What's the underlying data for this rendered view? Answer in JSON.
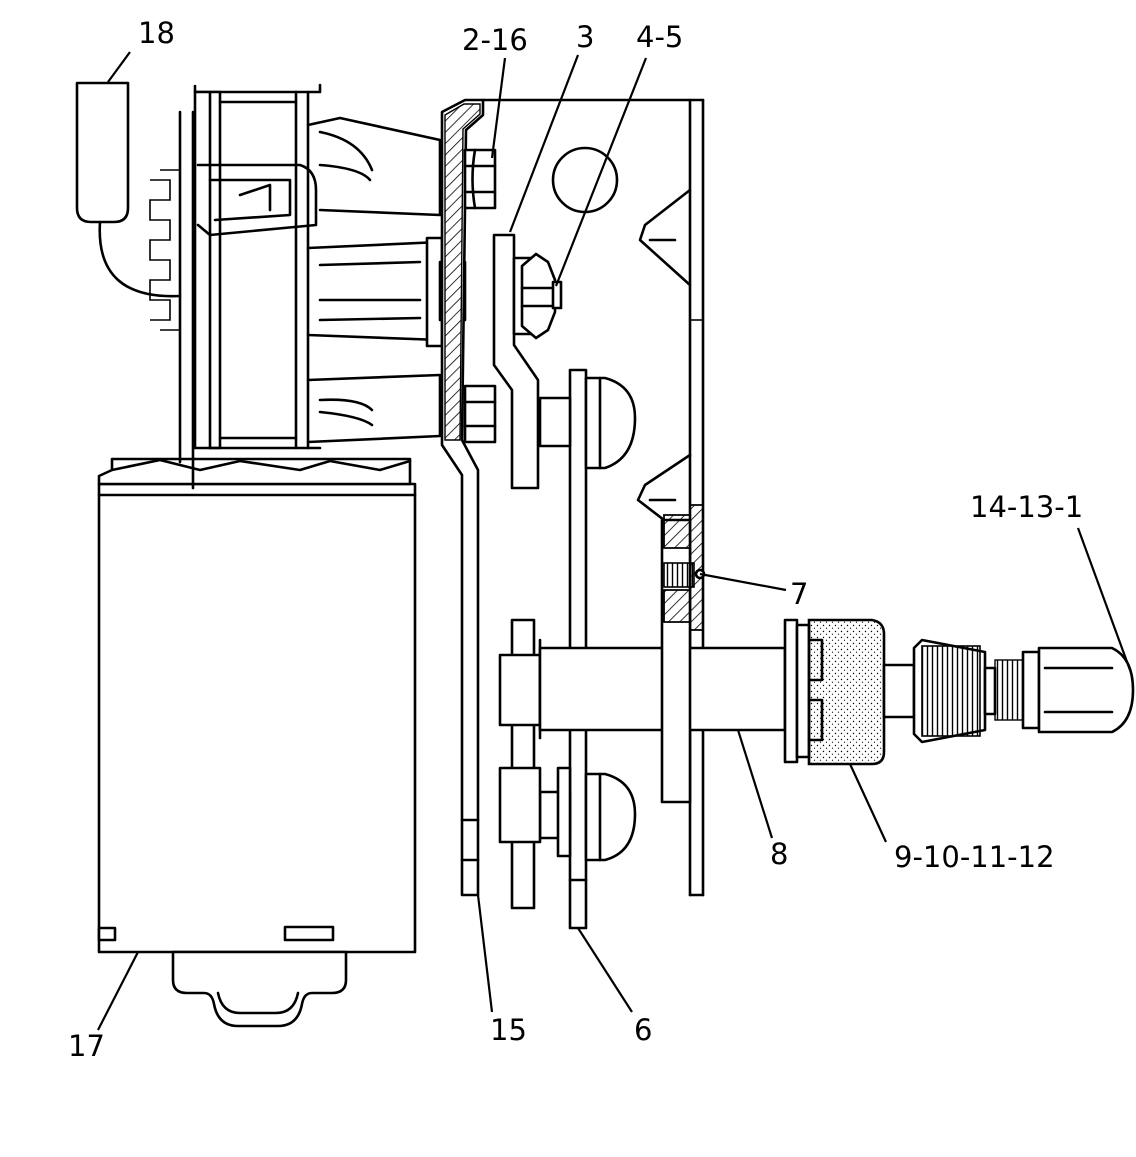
{
  "callouts": {
    "c18": "18",
    "c2_16": "2-16",
    "c3": "3",
    "c4_5": "4-5",
    "c7": "7",
    "c14_13_1": "14-13-1",
    "c8": "8",
    "c9_12": "9-10-11-12",
    "c17": "17",
    "c15": "15",
    "c6": "6"
  }
}
